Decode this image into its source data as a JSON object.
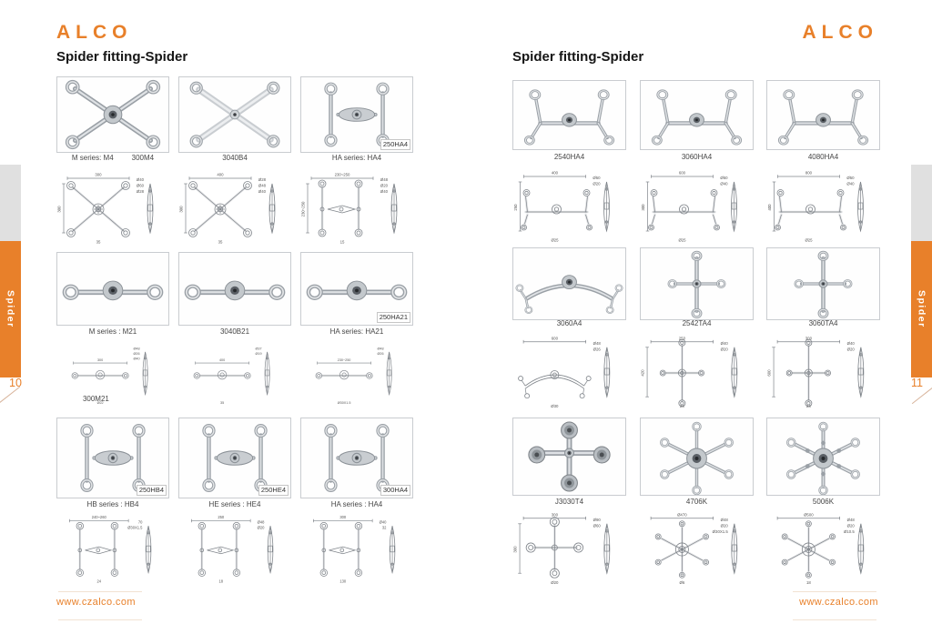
{
  "accent": "#e8802a",
  "brand": {
    "logo_text": "ALCO",
    "website": "www.czalco.com"
  },
  "tab": {
    "label": "Spider"
  },
  "pages": [
    {
      "side": "left",
      "page_number": "10",
      "title": "Spider fitting-Spider",
      "rows": [
        {
          "cells": [
            {
              "captions": [
                "M series: M4",
                "300M4"
              ],
              "photo": "x4",
              "drawing": "dx4",
              "dims": {
                "top": "300",
                "left": "300",
                "side": [
                  "Ø40",
                  "Ø60",
                  "Ø28"
                ],
                "bottom": "35"
              }
            },
            {
              "captions": [
                "3040B4"
              ],
              "photo": "x4flat",
              "drawing": "dx4",
              "dims": {
                "top": "400",
                "left": "300",
                "side": [
                  "Ø28",
                  "Ø48",
                  "Ø40"
                ],
                "bottom": "35"
              }
            },
            {
              "captions": [
                "HA series: HA4"
              ],
              "tag": "250HA4",
              "photo": "hspider",
              "drawing": "dh",
              "dims": {
                "top": "230~250",
                "left": "230~250",
                "side": [
                  "Ø48",
                  "Ø20",
                  "Ø40"
                ],
                "bottom": "15"
              }
            }
          ]
        },
        {
          "cells": [
            {
              "captions": [
                "M series : M21"
              ],
              "note": "300M21",
              "photo": "bar2",
              "drawing": "dbar",
              "dims": {
                "top": "300",
                "side": [
                  "Ø48",
                  "Ø26",
                  "Ø40"
                ],
                "bottom": "Ø22"
              }
            },
            {
              "captions": [
                "3040B21"
              ],
              "photo": "bar2",
              "drawing": "dbar",
              "dims": {
                "top": "400",
                "side": [
                  "Ø37",
                  "Ø19"
                ],
                "bottom": "35"
              }
            },
            {
              "captions": [
                "HA series: HA21"
              ],
              "tag": "250HA21",
              "photo": "bar2",
              "drawing": "dbar",
              "dims": {
                "top": "230~250",
                "side": [
                  "Ø48",
                  "Ø26"
                ],
                "bottom": "Ø30X1.5"
              }
            }
          ]
        },
        {
          "cells": [
            {
              "captions": [
                "HB series : HB4"
              ],
              "tag": "250HB4",
              "photo": "hspider",
              "drawing": "dh",
              "dims": {
                "top": "240~260",
                "side": [
                  "70",
                  "Ø30X1.5"
                ],
                "bottom": "24"
              }
            },
            {
              "captions": [
                "HE series : HE4"
              ],
              "tag": "250HE4",
              "photo": "hspider",
              "drawing": "dh",
              "dims": {
                "top": "250",
                "side": [
                  "Ø48",
                  "Ø20"
                ],
                "bottom": "18"
              }
            },
            {
              "captions": [
                "HA series : HA4"
              ],
              "tag": "300HA4",
              "photo": "hspider",
              "drawing": "dh",
              "dims": {
                "top": "300",
                "side": [
                  "Ø40",
                  "32"
                ],
                "bottom": "130"
              }
            }
          ]
        }
      ]
    },
    {
      "side": "right",
      "page_number": "11",
      "title": "Spider fitting-Spider",
      "rows": [
        {
          "cells": [
            {
              "captions": [
                "2540HA4"
              ],
              "photo": "hbar",
              "drawing": "dhbar",
              "dims": {
                "top": "400",
                "left": "250",
                "side": [
                  "Ø50",
                  "Ø20"
                ],
                "bottom": "Ø25"
              }
            },
            {
              "captions": [
                "3060HA4"
              ],
              "photo": "hbar",
              "drawing": "dhbar",
              "dims": {
                "top": "600",
                "left": "300",
                "side": [
                  "Ø50",
                  "Ø40"
                ],
                "bottom": "Ø25"
              }
            },
            {
              "captions": [
                "4080HA4"
              ],
              "photo": "hbar",
              "drawing": "dhbar",
              "dims": {
                "top": "800",
                "left": "400",
                "side": [
                  "Ø50",
                  "Ø40"
                ],
                "bottom": "Ø25"
              }
            }
          ]
        },
        {
          "cells": [
            {
              "captions": [
                "3060A4"
              ],
              "photo": "curved",
              "drawing": "dcurved",
              "dims": {
                "top": "600",
                "side": [
                  "Ø48",
                  "Ø26"
                ],
                "bottom": "Ø30"
              }
            },
            {
              "captions": [
                "2542TA4"
              ],
              "photo": "crossT",
              "drawing": "dcross",
              "dims": {
                "top": "250",
                "left": "420",
                "side": [
                  "Ø40",
                  "Ø20"
                ],
                "bottom": "24"
              }
            },
            {
              "captions": [
                "3060TA4"
              ],
              "photo": "crossT",
              "drawing": "dcross",
              "dims": {
                "top": "300",
                "left": "600",
                "side": [
                  "Ø40",
                  "Ø20"
                ],
                "bottom": "24"
              }
            }
          ]
        },
        {
          "cells": [
            {
              "captions": [
                "J3030T4"
              ],
              "photo": "crosspads",
              "drawing": "dcrosspads",
              "dims": {
                "top": "300",
                "left": "300",
                "side": [
                  "Ø90",
                  "Ø60"
                ],
                "bottom": "Ø20"
              }
            },
            {
              "captions": [
                "4706K"
              ],
              "photo": "star6",
              "drawing": "dstar6",
              "dims": {
                "top": "Ø470",
                "side": [
                  "Ø48",
                  "Ø20",
                  "Ø30X1.5"
                ],
                "bottom": "Ø6"
              }
            },
            {
              "captions": [
                "5006K"
              ],
              "photo": "star6b",
              "drawing": "dstar6",
              "dims": {
                "top": "Ø500",
                "side": [
                  "Ø48",
                  "Ø20",
                  "Ø10.5"
                ],
                "bottom": "18"
              }
            }
          ]
        }
      ]
    }
  ]
}
